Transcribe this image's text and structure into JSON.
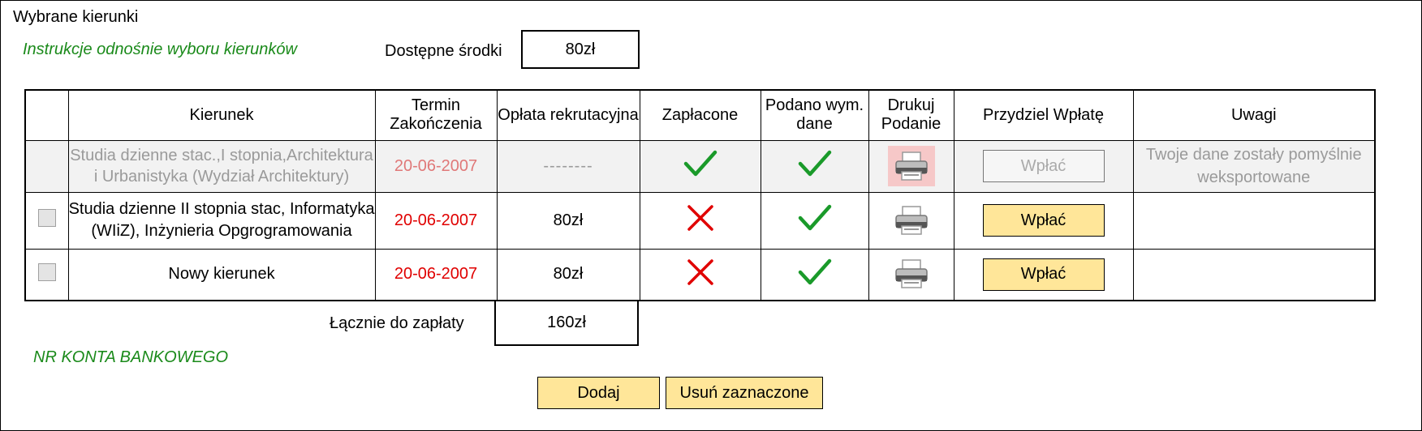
{
  "panel": {
    "title": "Wybrane kierunki",
    "instructions_link": "Instrukcje odnośnie wyboru kierunków",
    "funds_label": "Dostępne środki",
    "funds_value": "80zł"
  },
  "table": {
    "headers": {
      "course": "Kierunek",
      "deadline": "Termin Zakończenia",
      "fee": "Opłata rekrutacyjna",
      "paid": "Zapłacone",
      "data_given": "Podano wym. dane",
      "print": "Drukuj Podanie",
      "assign": "Przydziel Wpłatę",
      "notes": "Uwagi"
    },
    "rows": [
      {
        "course": "Studia dzienne stac.,I stopnia,Architektura i Urbanistyka (Wydział Architektury)",
        "deadline": "20-06-2007",
        "fee": "--------",
        "paid": "yes",
        "data_given": "yes",
        "pay_button": "Wpłać",
        "notes": "Twoje dane zostały pomyślnie weksportowane"
      },
      {
        "course": "Studia dzienne II stopnia stac, Informatyka (WIiZ), Inżynieria Opgrogramowania",
        "deadline": "20-06-2007",
        "fee": "80zł",
        "paid": "no",
        "data_given": "yes",
        "pay_button": "Wpłać",
        "notes": ""
      },
      {
        "course": "Nowy kierunek",
        "deadline": "20-06-2007",
        "fee": "80zł",
        "paid": "no",
        "data_given": "yes",
        "pay_button": "Wpłać",
        "notes": ""
      }
    ]
  },
  "summary": {
    "total_label": "Łącznie do zapłaty",
    "total_value": "160zł"
  },
  "bank_link": "NR KONTA BANKOWEGO",
  "actions": {
    "add": "Dodaj",
    "remove_selected": "Usuń zaznaczone"
  },
  "colors": {
    "link_green": "#1a8a1a",
    "deadline_red": "#e00000",
    "button_yellow": "#ffe699",
    "check_green": "#1a9a2a",
    "cross_red": "#e00000"
  }
}
